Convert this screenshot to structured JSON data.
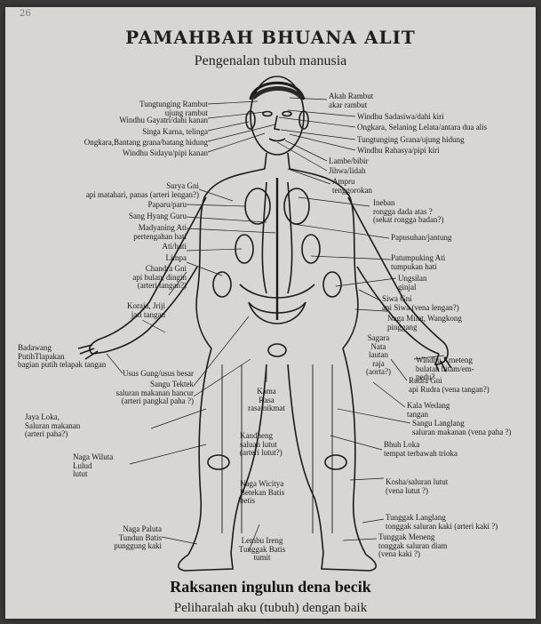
{
  "page_number": "26",
  "title": "PAMAHBAH BHUANA ALIT",
  "subtitle": "Pengenalan tubuh manusia",
  "footer_title": "Raksanen ingulun dena becik",
  "footer_subtitle": "Peliharalah aku (tubuh) dengan baik",
  "left_labels": [
    "Tungtunging Rambut\nujung rambut",
    "Windhu Gayatri/dahi kanan",
    "Singa Karna, telinga",
    "Ongkara,Bantang grana/batang hidung",
    "Windhu Sidayu/pipi kanan",
    "Surya Gni\napi matahari, panas (arteri lengan?)",
    "Paparu/paru",
    "Sang Hyang Guru",
    "Madyaning Ati\npertengahan hati",
    "Ati/hati",
    "Limpa",
    "Chandra Gni\napi bulan, dingin\n(arteri tangan?)",
    "Koraja, Jriji\njari tangan",
    "Badawang\nPutihTlapakan\nbagian putih telapak tangan",
    "Usus Gung/usus besar",
    "Sangu Tektek\nsaluran makanan hancur\n(arteri pangkal paha ?)",
    "Jaya Loka,\nSaluran makanan\n(arteri paha?)",
    "Naga Wiluta\nLulud\nlutut",
    "Naga Paluta\nTundun Batis\npunggung kaki"
  ],
  "right_labels": [
    "Akah Rambut\nakar rambut",
    "Windhu Sadasiwa/dahi kiri",
    "Ongkara, Selaning Lelata/antara dua alis",
    "Tungtunging Grana/ujung hidung",
    "Windhu Rahasya/pipi kiri",
    "Lambe/bibir",
    "Jihwa/lidah",
    "Ampru\ntenggorokan",
    "Ineban\nrongga dada atas ?\n(sekat rongga badan?)",
    "Papusuhan/jantung",
    "Patumpuking Ati\ntumpukan hati",
    "Ungsilan\nginjal",
    "Siwa Gni\napi Siwa (vena lengan?)",
    "Naga Milet, Wangkong\npinggang",
    "Windhu Arneteng\nbulatan hitam/em-\npedu?",
    "Rudra Gni\napi Rudra (vena tangan?)",
    "Kala Wedang\ntangan",
    "Sangu Langlang\nsaluran makanan (vena paha ?)",
    "Bhuh Loka\ntempat terbawah trioka",
    "Kosha/saluran lutut\n(vena lutut ?)",
    "Tunggak Langlang\ntonggak saluran kaki (arteri kaki ?)",
    "Tunggak Meneng\ntonggak saluran diam\n(vena kaki ?)"
  ],
  "center_labels": [
    "Sagara\nNata\nlautan\nraja\n(aorta?)",
    "Kama\nRasa\nrasa nikmat",
    "Kandheng\nsaluan lutut\n(arteri lutut?)",
    "Naga Wicitya\nBetekan Batis\nbetis",
    "Lembu Ireng\nTunggak Batis\ntumit"
  ],
  "colors": {
    "page": "#d8d6d3",
    "ink": "#1a1a1a",
    "background": "#3a3836"
  }
}
